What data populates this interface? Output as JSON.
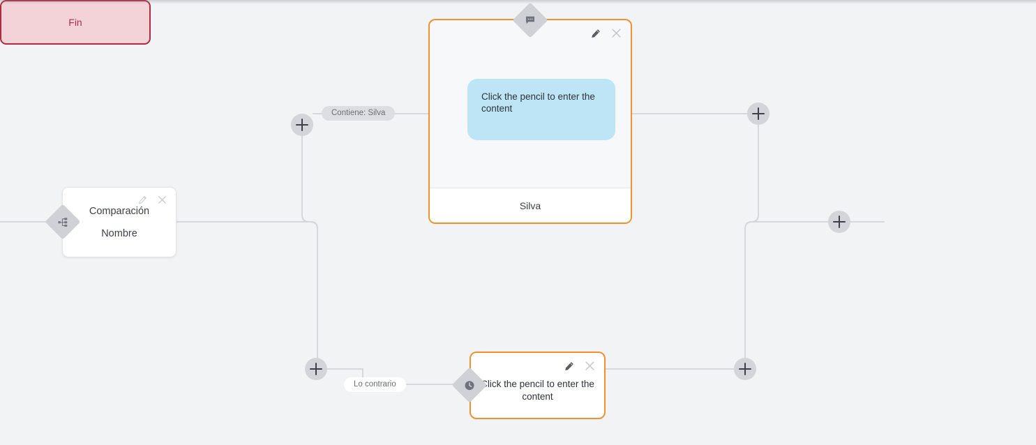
{
  "canvas": {
    "background_color": "#f2f3f5",
    "edge_color": "#d5d7dc"
  },
  "nodes": [
    {
      "id": "comparacion",
      "type": "condition",
      "icon": "branch-icon",
      "title": "Comparación",
      "subtitle": "Nombre",
      "border_color": "#e3e5e9",
      "tools": [
        "pencil-icon",
        "close-icon"
      ]
    },
    {
      "id": "message",
      "type": "message",
      "icon": "chat-bubble-icon",
      "bubble_text": "Click the pencil to enter the content",
      "footer_label": "Silva",
      "border_color": "#f5902b",
      "bubble_color": "#bde5f5",
      "tools": [
        "pencil-icon",
        "close-icon"
      ]
    },
    {
      "id": "wait",
      "type": "wait-message",
      "icon": "clock-icon",
      "text": "Click the pencil to enter the content",
      "border_color": "#f5902b",
      "tools": [
        "pencil-icon",
        "close-icon"
      ]
    },
    {
      "id": "fin",
      "type": "end",
      "label": "Fin",
      "border_color": "#b02a43",
      "fill_color": "#f3d3d8"
    }
  ],
  "edge_labels": [
    {
      "id": "true-branch",
      "text": "Contiene: Silva",
      "style": "gray"
    },
    {
      "id": "false-branch",
      "text": "Lo contrario",
      "style": "white"
    }
  ],
  "add_buttons": [
    {
      "id": "add-true-branch",
      "icon": "plus-icon"
    },
    {
      "id": "add-false-branch",
      "icon": "plus-icon"
    },
    {
      "id": "add-after-message",
      "icon": "plus-icon"
    },
    {
      "id": "add-after-wait",
      "icon": "plus-icon"
    },
    {
      "id": "add-before-fin",
      "icon": "plus-icon"
    }
  ]
}
